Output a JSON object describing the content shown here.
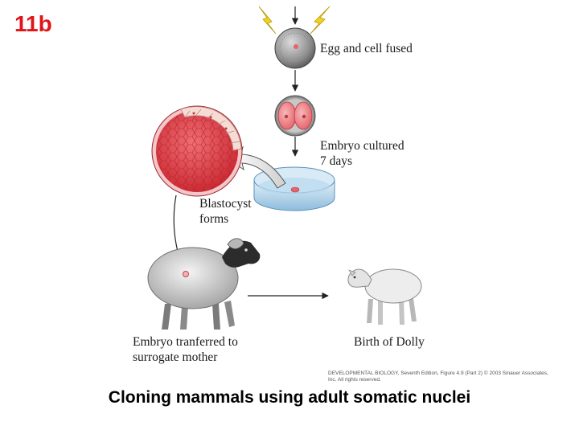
{
  "slide": {
    "number": "11b",
    "caption": "Cloning mammals using adult somatic nuclei",
    "credit": "DEVELOPMENTAL BIOLOGY, Seventh Edition, Figure 4.9 (Part 2)  © 2003 Sinauer Associates, Inc. All rights reserved."
  },
  "diagram": {
    "steps": {
      "fused": "Egg and cell fused",
      "cultured": "Embryo cultured\n7 days",
      "blastocyst": "Blastocyst\nforms",
      "transfer": "Embryo tranferred to\nsurrogate mother",
      "birth": "Birth of Dolly"
    },
    "icons": {
      "spark": "lightning-bolt-icon",
      "egg": "fused-egg-cell",
      "embryo": "two-cell-embryo",
      "blastocyst": "blastocyst-sphere",
      "dish": "petri-dish",
      "sheep": "surrogate-ewe",
      "lamb": "cloned-lamb"
    },
    "colors": {
      "spark": "#f2d21b",
      "embryo": "#e8636a",
      "blastocyst": "#e24a52",
      "dish": "#a9cde6",
      "slide_number": "#e0151a"
    }
  }
}
